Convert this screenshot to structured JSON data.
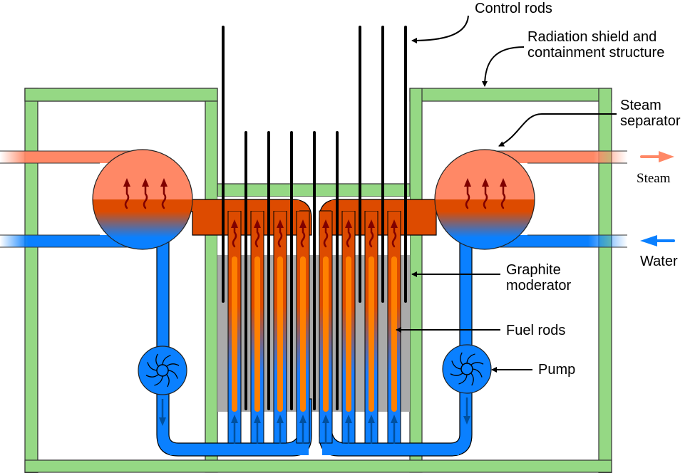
{
  "labels": {
    "control_rods": "Control rods",
    "shield_line1": "Radiation shield and",
    "shield_line2": "containment structure",
    "separator_line1": "Steam",
    "separator_line2": "separator",
    "steam": "Steam",
    "water": "Water",
    "moderator_line1": "Graphite",
    "moderator_line2": "moderator",
    "fuel_rods": "Fuel rods",
    "pump": "Pump"
  },
  "colors": {
    "shield": "#95d884",
    "steam": "#ff8866",
    "hot_water": "#dd4b00",
    "water": "#0a80ff",
    "moderator": "#aaaaaa",
    "fuel": "#ff8000",
    "control_rod": "#000000"
  },
  "icons": {
    "pump": "pump-impeller-icon",
    "flow_arrow": "arrow-icon"
  }
}
